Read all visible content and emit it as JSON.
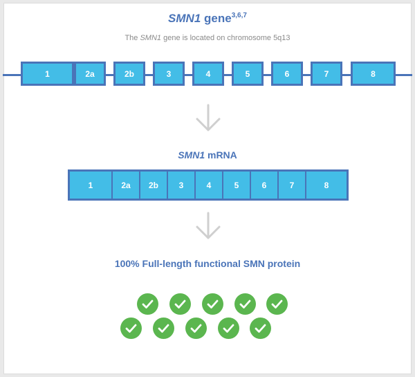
{
  "gene": {
    "title_italic": "SMN1",
    "title_rest": " gene",
    "title_sup": "3,6,7",
    "subtitle_pre": "The ",
    "subtitle_italic": "SMN1",
    "subtitle_post": " gene is located on chromosome 5q13",
    "exons": [
      "1",
      "2a",
      "2b",
      "3",
      "4",
      "5",
      "6",
      "7",
      "8"
    ]
  },
  "mrna": {
    "title_italic": "SMN1",
    "title_rest": " mRNA",
    "segments": [
      "1",
      "2a",
      "2b",
      "3",
      "4",
      "5",
      "6",
      "7",
      "8"
    ]
  },
  "protein": {
    "title": "100% Full-length functional SMN protein",
    "check_count": 10
  },
  "colors": {
    "blue_text": "#4a74b8",
    "exon_fill": "#43bde7",
    "check_green": "#5bb64f",
    "arrow_gray": "#cfcfcf"
  }
}
